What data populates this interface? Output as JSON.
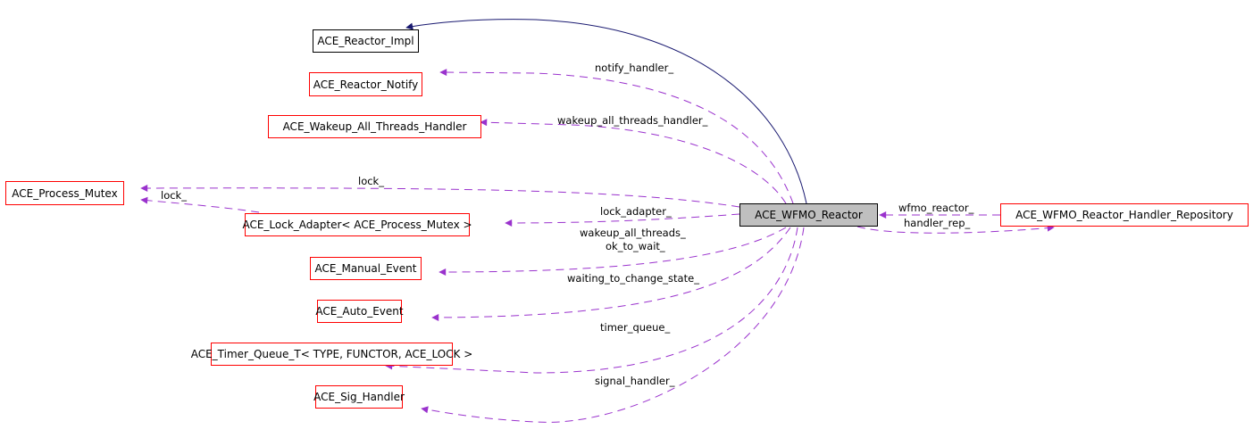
{
  "diagram": {
    "title": "Collaboration diagram for ACE_WFMO_Reactor",
    "colors": {
      "inheritance_edge": "#191970",
      "usage_edge": "#9a32cd",
      "node_border_documented": "#ff0000",
      "node_border_base": "#000000",
      "focus_fill": "#bfbfbf"
    },
    "nodes": [
      {
        "id": "impl",
        "label": "ACE_Reactor_Impl",
        "kind": "base"
      },
      {
        "id": "notify",
        "label": "ACE_Reactor_Notify",
        "kind": "class"
      },
      {
        "id": "wakeup",
        "label": "ACE_Wakeup_All_Threads_Handler",
        "kind": "class"
      },
      {
        "id": "mutex",
        "label": "ACE_Process_Mutex",
        "kind": "class"
      },
      {
        "id": "adapter",
        "label": "ACE_Lock_Adapter< ACE_Process_Mutex >",
        "kind": "class"
      },
      {
        "id": "manual",
        "label": "ACE_Manual_Event",
        "kind": "class"
      },
      {
        "id": "auto",
        "label": "ACE_Auto_Event",
        "kind": "class"
      },
      {
        "id": "timer",
        "label": "ACE_Timer_Queue_T< TYPE, FUNCTOR, ACE_LOCK >",
        "kind": "class"
      },
      {
        "id": "sig",
        "label": "ACE_Sig_Handler",
        "kind": "class"
      },
      {
        "id": "wfmo",
        "label": "ACE_WFMO_Reactor",
        "kind": "focus"
      },
      {
        "id": "repo",
        "label": "ACE_WFMO_Reactor_Handler_Repository",
        "kind": "class"
      }
    ],
    "edge_labels": {
      "notify": "notify_handler_",
      "wakeup": "wakeup_all_threads_handler_",
      "lock": "lock_",
      "lock2": "lock_",
      "adapter": "lock_adapter_",
      "manual1": "wakeup_all_threads_",
      "manual2": "ok_to_wait_",
      "auto": "waiting_to_change_state_",
      "timer": "timer_queue_",
      "sig": "signal_handler_",
      "wfmo_reactor": "wfmo_reactor_",
      "handler_rep": "handler_rep_"
    }
  }
}
